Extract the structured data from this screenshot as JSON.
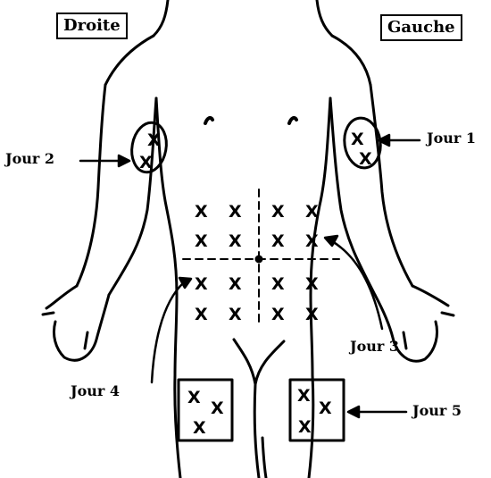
{
  "sides": {
    "right": "Droite",
    "left": "Gauche"
  },
  "days": {
    "day1": "Jour 1",
    "day2": "Jour 2",
    "day3": "Jour 3",
    "day4": "Jour 4",
    "day5": "Jour 5"
  },
  "injection_mark": "X",
  "colors": {
    "ink": "#000000",
    "background": "#ffffff"
  }
}
